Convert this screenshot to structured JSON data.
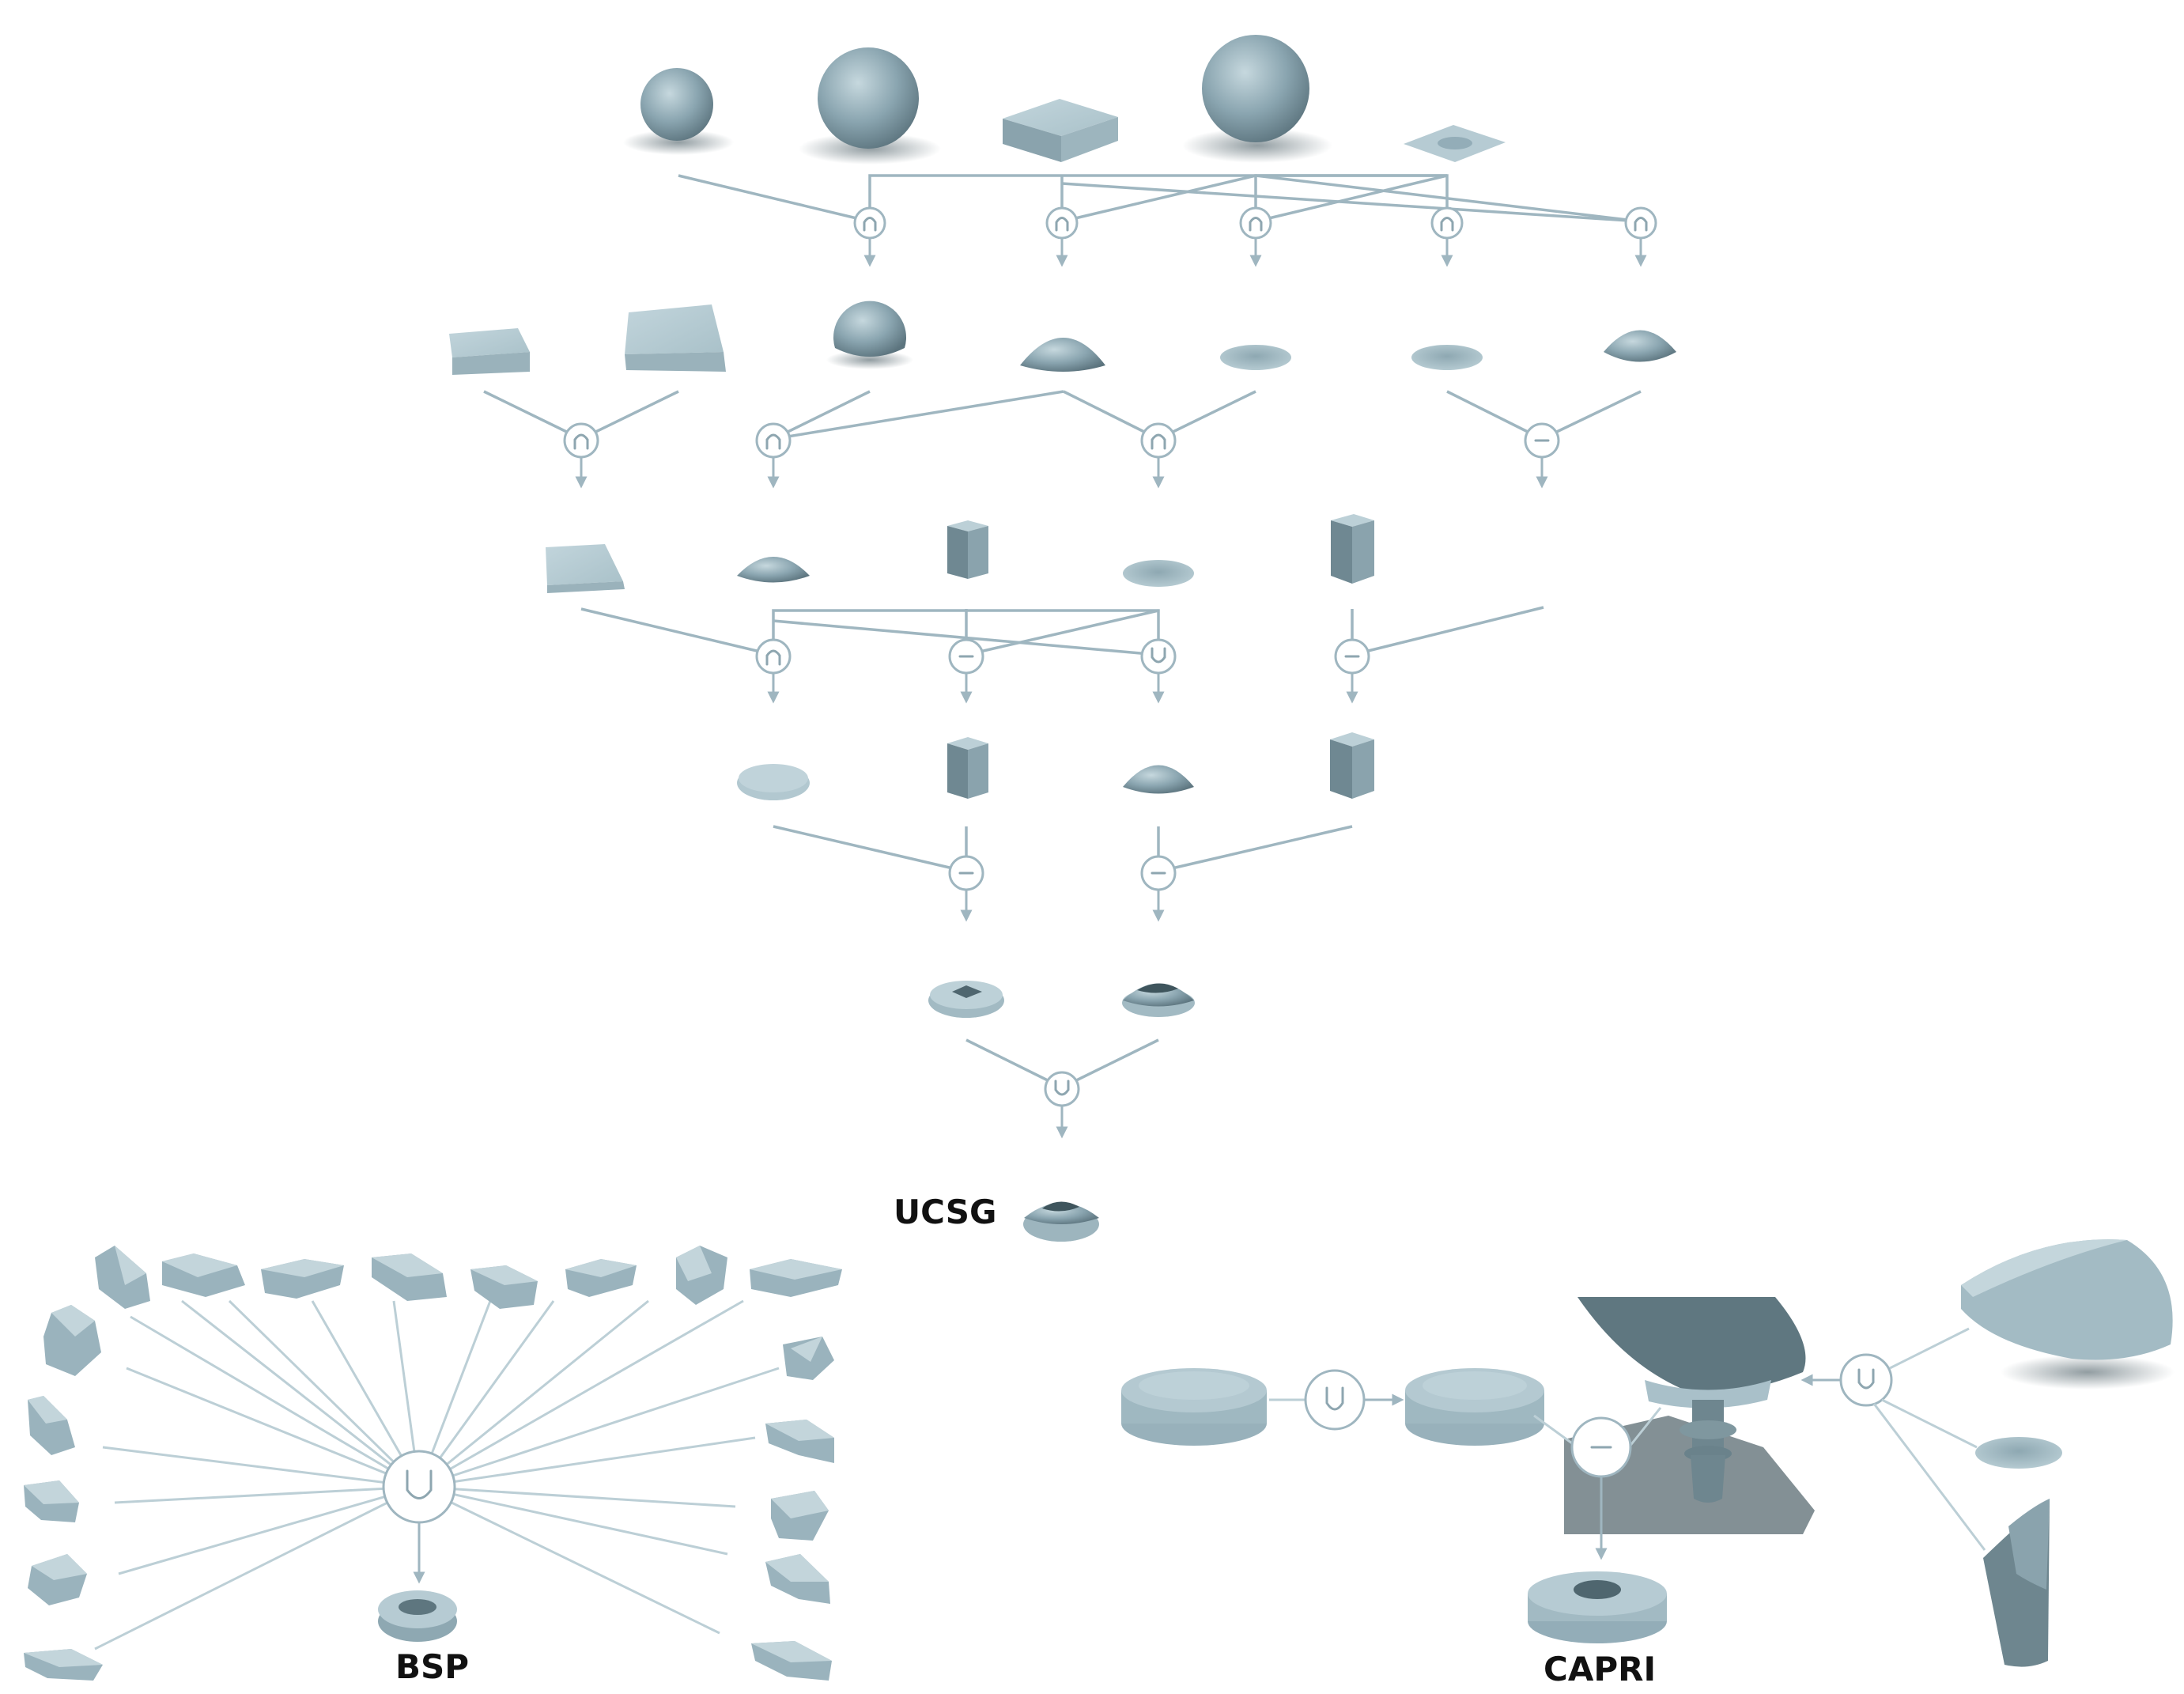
{
  "labels": {
    "ucsg": "UCSG",
    "bsp": "BSP",
    "capri": "CAPRI"
  },
  "colors": {
    "shape_light": "#b7cdd5",
    "shape_mid": "#93adb8",
    "shape_dark": "#5f7780",
    "edge": "#9fb6c0",
    "shadow": "#6f7f85"
  },
  "operators": {
    "intersection": "∩",
    "union": "U",
    "difference": "−"
  }
}
